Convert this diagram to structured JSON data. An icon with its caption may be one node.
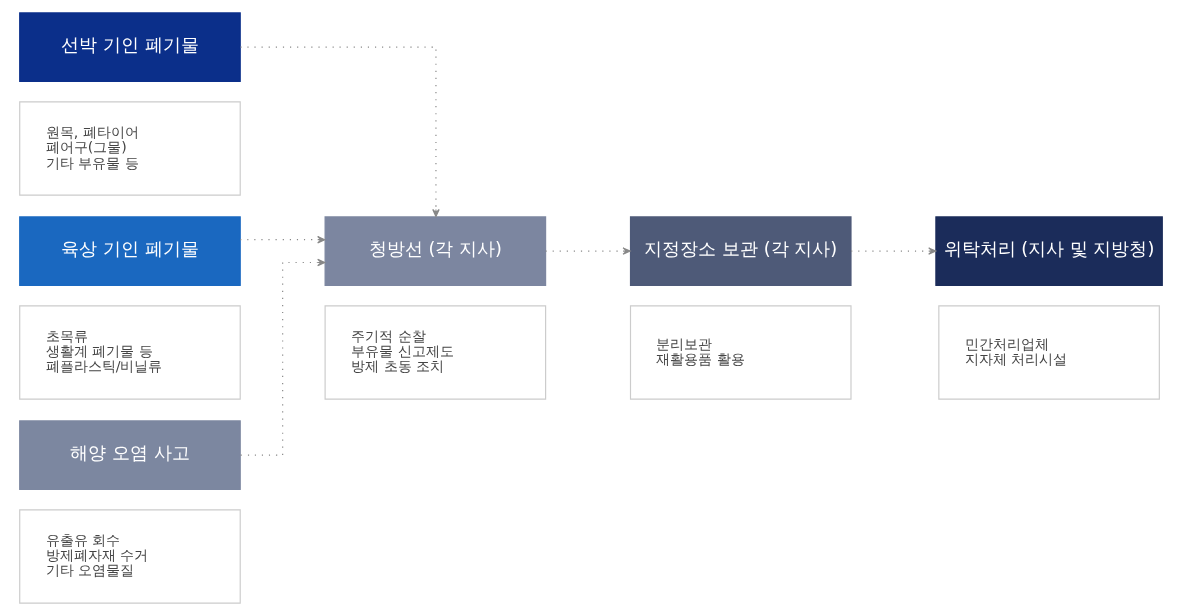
{
  "diagram": {
    "nodes": [
      {
        "text": [
          "선박 기인 폐기물"
        ]
      },
      {
        "text": [
          "원목, 폐타이어",
          "폐어구(그물)",
          "기타 부유물 등"
        ]
      },
      {
        "text": [
          "육상 기인 폐기물"
        ]
      },
      {
        "text": [
          "초목류",
          "생활계 폐기물 등",
          "폐플라스틱/비닐류"
        ]
      },
      {
        "text": [
          "해양 오염 사고"
        ]
      },
      {
        "text": [
          "유출유 회수",
          "방제폐자재 수거",
          "기타 오염물질"
        ]
      },
      {
        "text": [
          "청방선 (각 지사)"
        ]
      },
      {
        "text": [
          "주기적 순찰",
          "부유물 신고제도",
          "방제 초동 조치"
        ]
      },
      {
        "text": [
          "지정장소 보관 (각 지사)"
        ]
      },
      {
        "text": [
          "분리보관",
          "재활용품 활용"
        ]
      },
      {
        "text": [
          "위탁처리 (지사 및 지방청)"
        ]
      },
      {
        "text": [
          "민간처리업체",
          "지자체 처리시설"
        ]
      }
    ],
    "edges": [
      {
        "from": 0,
        "to": 6,
        "arrow": "to"
      },
      {
        "from": 2,
        "to": 6,
        "arrow": "to"
      },
      {
        "from": 4,
        "to": 6,
        "arrow": "to"
      },
      {
        "from": 6,
        "to": 8,
        "arrow": "to"
      },
      {
        "from": 8,
        "to": 10,
        "arrow": "to"
      }
    ]
  }
}
